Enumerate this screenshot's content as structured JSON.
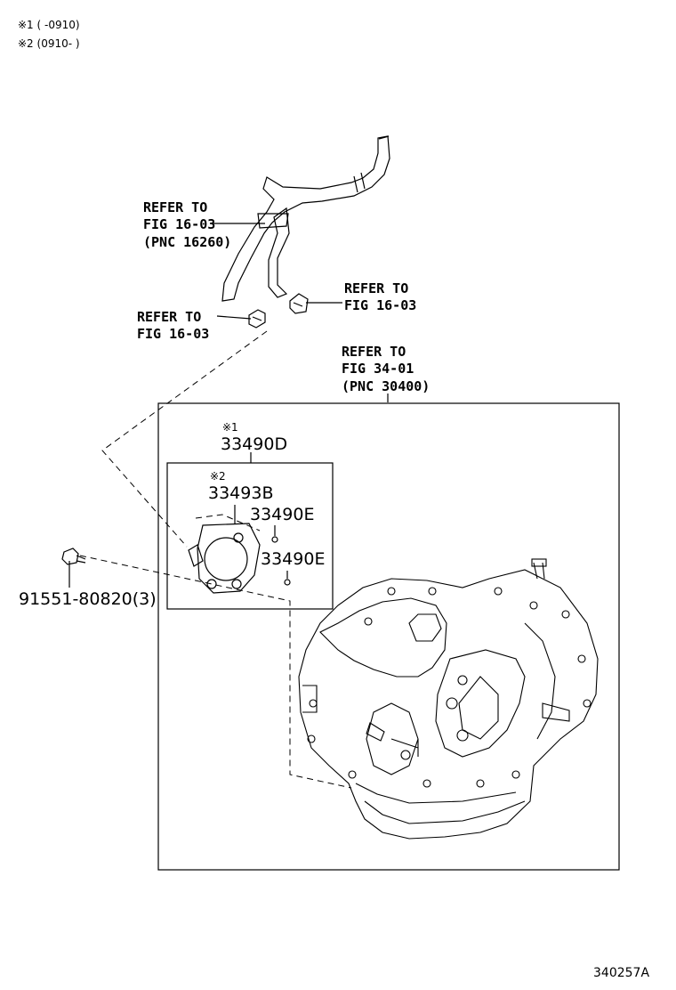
{
  "legend": [
    {
      "mark": "※1",
      "text": "(       ‐0910)"
    },
    {
      "mark": "※2",
      "text": "(0910‐       )"
    }
  ],
  "refs": {
    "pipe": [
      "REFER TO",
      "FIG 16-03",
      "(PNC 16260)"
    ],
    "clip_left": [
      "REFER TO",
      "FIG 16-03"
    ],
    "clip_right": [
      "REFER TO",
      "FIG 16-03"
    ],
    "transaxle": [
      "REFER TO",
      "FIG 34-01",
      "(PNC 30400)"
    ]
  },
  "parts": {
    "outer_note": "※1",
    "outer_part": "33490D",
    "inner_note": "※2",
    "inner_part": "33493B",
    "part_e1": "33490E",
    "part_e2": "33490E",
    "bolt": "91551-80820(3)"
  },
  "figure_id": "340257A"
}
